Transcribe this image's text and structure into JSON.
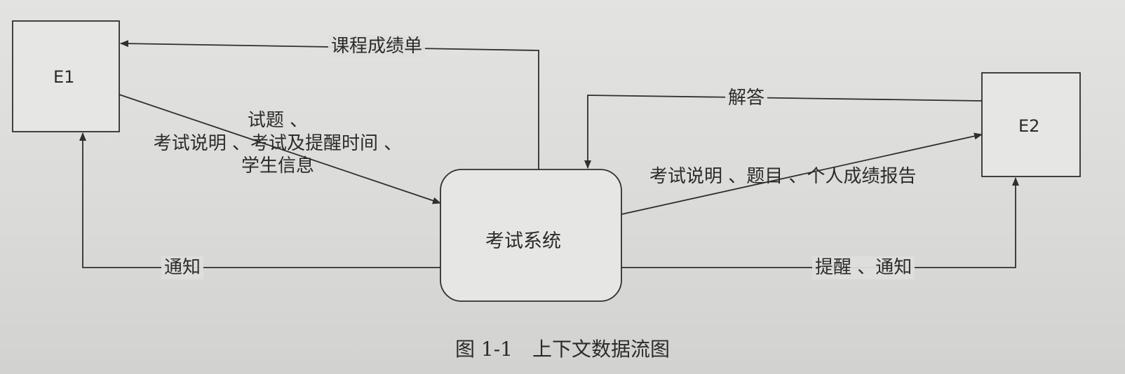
{
  "entities": {
    "e1": "E1",
    "e2": "E2"
  },
  "process": {
    "label": "考试系统"
  },
  "flows": {
    "grades": "课程成绩单",
    "exam_inputs": [
      "试题 、",
      "考试说明 、考试及提醒时间 、",
      "学生信息"
    ],
    "notify_e1": "通知",
    "answers": "解答",
    "exam_outputs": "考试说明 、题目 、个人成绩报告",
    "remind_notify": "提醒 、通知"
  },
  "caption": "图 1-1　上下文数据流图",
  "colors": {
    "line": "#2f2f2f",
    "box_fill": "#e6e6e4"
  }
}
